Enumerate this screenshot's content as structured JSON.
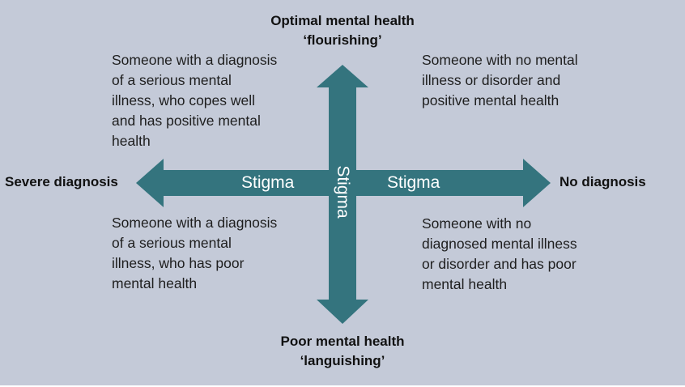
{
  "axes": {
    "top": {
      "line1": "Optimal mental health",
      "line2": "‘flourishing’"
    },
    "bottom": {
      "line1": "Poor mental health",
      "line2": "‘languishing’"
    },
    "left": "Severe diagnosis",
    "right": "No diagnosis"
  },
  "quadrants": {
    "top_left": [
      "Someone with a diagnosis",
      "of a serious mental",
      "illness, who copes well",
      "and has positive mental",
      "health"
    ],
    "top_right": [
      "Someone with no mental",
      "illness or disorder and",
      "positive mental health"
    ],
    "bottom_left": [
      "Someone with a diagnosis",
      "of a serious mental",
      "illness, who has poor",
      "mental health"
    ],
    "bottom_right": [
      "Someone with no",
      "diagnosed mental illness",
      "or disorder and has poor",
      "mental health"
    ]
  },
  "arrow_labels": {
    "left": "Stigma",
    "right": "Stigma",
    "vertical": "Stigma"
  },
  "colors": {
    "background": "#c4cad8",
    "arrow": "#34747e"
  }
}
